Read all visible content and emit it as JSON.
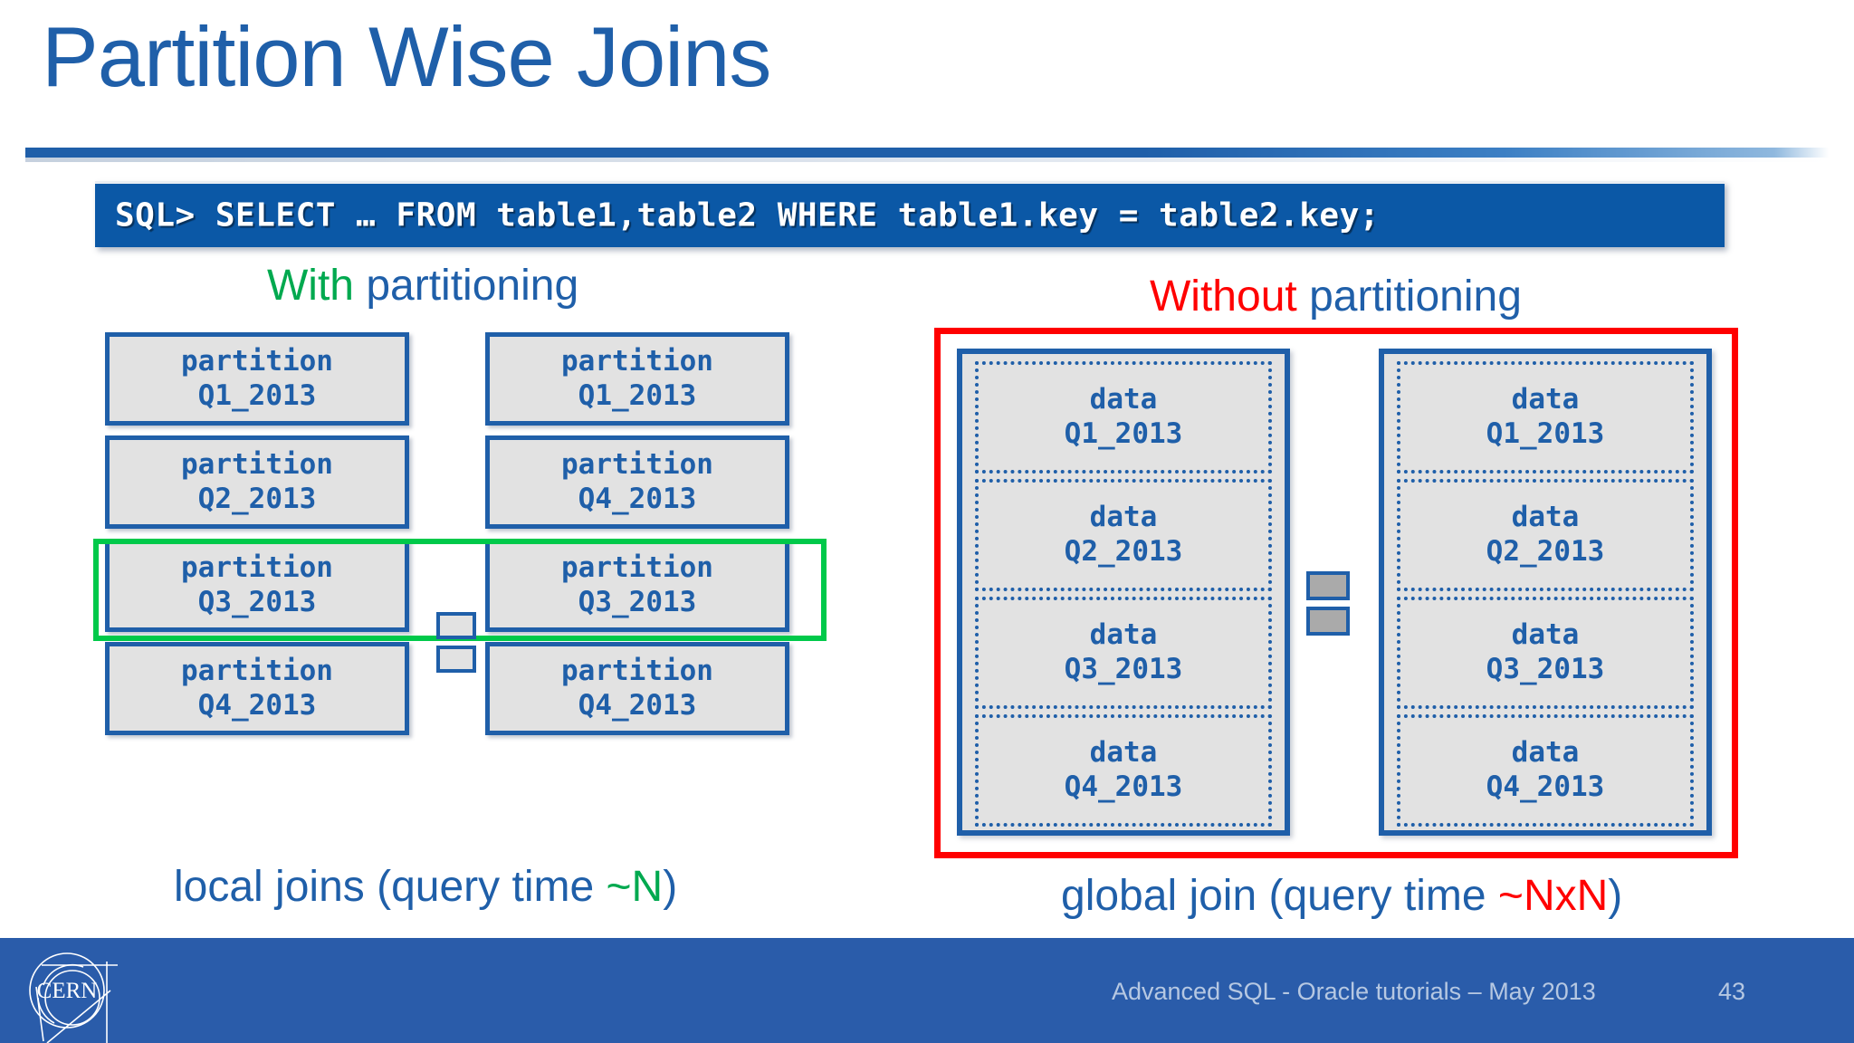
{
  "slide": {
    "title": "Partition Wise Joins",
    "accent_blue": "#1F5FA9",
    "accent_green": "#00A94F",
    "accent_red": "#FF0000",
    "box_fill": "#E2E2E2",
    "footer_bg": "#2A5CAA"
  },
  "sql": {
    "statement": "SQL> SELECT … FROM table1,table2 WHERE table1.key = table2.key;"
  },
  "left_panel": {
    "caption_highlight": "With",
    "caption_rest": " partitioning",
    "bottom_caption_pre": "local joins (query time ",
    "bottom_caption_highlight": "~N",
    "bottom_caption_post": ")",
    "join_icon": "join-equals-icon",
    "highlight_row_index": 2,
    "columns": [
      {
        "name": "table1-partitions",
        "boxes": [
          {
            "label": "partition",
            "value": "Q1_2013"
          },
          {
            "label": "partition",
            "value": "Q2_2013"
          },
          {
            "label": "partition",
            "value": "Q3_2013"
          },
          {
            "label": "partition",
            "value": "Q4_2013"
          }
        ]
      },
      {
        "name": "table2-partitions",
        "boxes": [
          {
            "label": "partition",
            "value": "Q1_2013"
          },
          {
            "label": "partition",
            "value": "Q4_2013"
          },
          {
            "label": "partition",
            "value": "Q3_2013"
          },
          {
            "label": "partition",
            "value": "Q4_2013"
          }
        ]
      }
    ]
  },
  "right_panel": {
    "caption_highlight": "Without",
    "caption_rest": " partitioning",
    "bottom_caption_pre": "global join (query time ",
    "bottom_caption_highlight": "~NxN",
    "bottom_caption_post": ")",
    "join_icon": "join-equals-icon",
    "tables": [
      {
        "name": "table1-data",
        "segments": [
          {
            "label": "data",
            "value": "Q1_2013"
          },
          {
            "label": "data",
            "value": "Q2_2013"
          },
          {
            "label": "data",
            "value": "Q3_2013"
          },
          {
            "label": "data",
            "value": "Q4_2013"
          }
        ]
      },
      {
        "name": "table2-data",
        "segments": [
          {
            "label": "data",
            "value": "Q1_2013"
          },
          {
            "label": "data",
            "value": "Q2_2013"
          },
          {
            "label": "data",
            "value": "Q3_2013"
          },
          {
            "label": "data",
            "value": "Q4_2013"
          }
        ]
      }
    ]
  },
  "footer": {
    "logo": "cern-logo",
    "text": "Advanced SQL - Oracle tutorials – May 2013",
    "page_number": "43"
  }
}
